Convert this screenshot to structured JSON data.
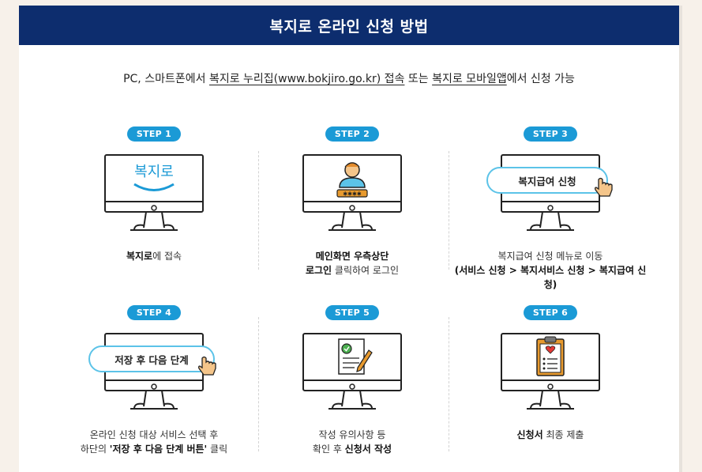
{
  "title": "복지로 온라인 신청 방법",
  "intro": {
    "prefix": "PC, 스마트폰에서 ",
    "link1": "복지로 누리집(www.bokjiro.go.kr) 접속",
    "mid": " 또는 ",
    "link2": "복지로 모바일앱",
    "suffix": "에서 신청 가능"
  },
  "colors": {
    "header": "#0d2d6e",
    "badge": "#1b9ad6",
    "accent": "#5cc3e8"
  },
  "steps": [
    {
      "badge": "STEP 1",
      "icon": "bokjiro-logo-icon",
      "logo_text": "복지로",
      "caption_bold": "복지로",
      "caption_rest": "에 접속"
    },
    {
      "badge": "STEP 2",
      "icon": "user-login-icon",
      "caption_line1": "메인화면 우측상단",
      "caption_line2_bold": "로그인",
      "caption_line2_rest": " 클릭하여 로그인"
    },
    {
      "badge": "STEP 3",
      "icon": "hand-pointer-icon",
      "pill": "복지급여 신청",
      "caption_line1": "복지급여 신청 메뉴로 이동",
      "caption_line2": "(서비스 신청 > 복지서비스 신청 > 복지급여 신청)"
    },
    {
      "badge": "STEP 4",
      "icon": "hand-pointer-icon",
      "pill": "저장 후 다음 단계",
      "caption_line1": "온라인 신청 대상 서비스 선택 후",
      "caption_line2_pre": "하단의 ",
      "caption_line2_bold": "'저장 후 다음 단계 버튼'",
      "caption_line2_rest": " 클릭"
    },
    {
      "badge": "STEP 5",
      "icon": "document-pen-icon",
      "caption_line1": "작성 유의사항 등",
      "caption_line2_pre": "확인 후 ",
      "caption_line2_bold": "신청서 작성"
    },
    {
      "badge": "STEP 6",
      "icon": "clipboard-heart-icon",
      "caption_bold": "신청서",
      "caption_rest": " 최종 제출"
    }
  ]
}
